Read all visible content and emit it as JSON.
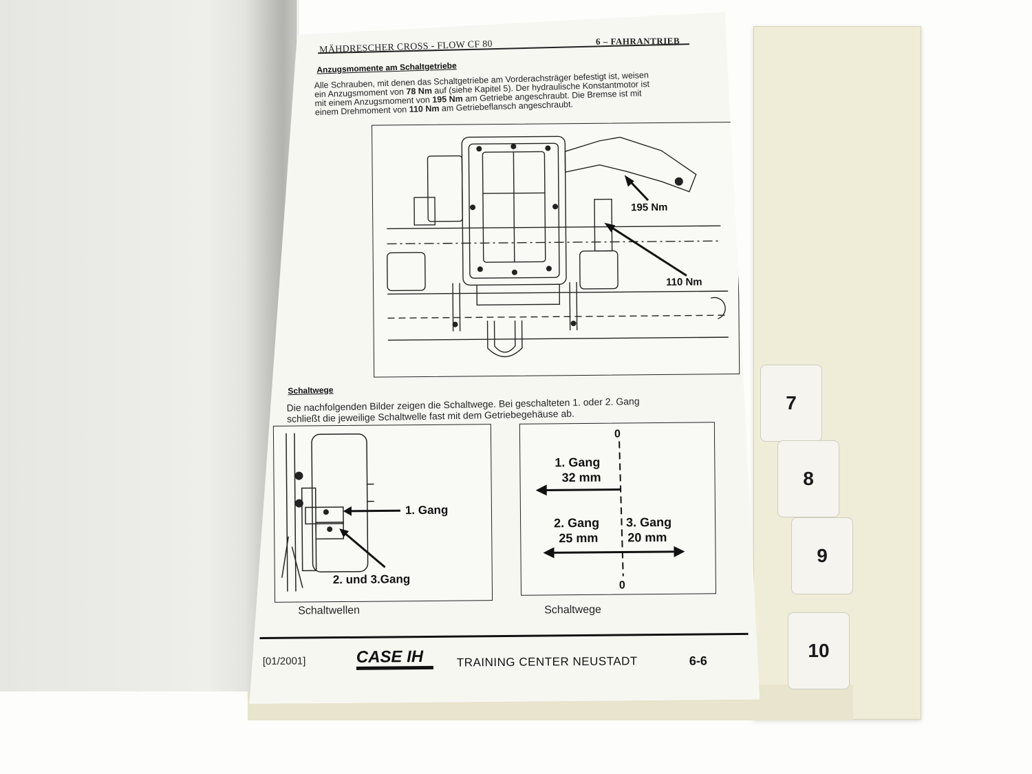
{
  "header": {
    "left": "MÄHDRESCHER CROSS - FLOW CF 80",
    "right": "6 – FAHRANTRIEB"
  },
  "section1": {
    "title": "Anzugsmomente am Schaltgetriebe",
    "lines": [
      "Alle Schrauben, mit denen das Schaltgetriebe am Vorderachsträger befestigt ist, weisen",
      "ein Anzugsmoment von |78 Nm| auf (siehe Kapitel 5). Der hydraulische Konstantmotor ist",
      "mit einem Anzugsmoment von |195 Nm| am Getriebe angeschraubt. Die Bremse ist mit",
      "einem Drehmoment von |110 Nm| am Getriebeflansch angeschraubt."
    ]
  },
  "figure1": {
    "label_195": "195 Nm",
    "label_110": "110 Nm"
  },
  "section2": {
    "title": "Schaltwege",
    "lines": [
      "Die nachfolgenden Bilder zeigen die Schaltwege. Bei geschalteten 1. oder 2. Gang",
      "schließt die jeweilige Schaltwelle fast mit dem Getriebegehäuse ab."
    ]
  },
  "figure2": {
    "label_gang1": "1. Gang",
    "label_gang23": "2. und 3.Gang",
    "caption": "Schaltwellen"
  },
  "figure3": {
    "zero_top": "0",
    "zero_bottom": "0",
    "gang1_name": "1. Gang",
    "gang1_dist": "32 mm",
    "gang2_name": "2. Gang",
    "gang2_dist": "25 mm",
    "gang3_name": "3. Gang",
    "gang3_dist": "20 mm",
    "caption": "Schaltwege"
  },
  "footer": {
    "date": "[01/2001]",
    "logo": "CASE IH",
    "center": "TRAINING CENTER NEUSTADT",
    "page": "6-6"
  },
  "tabs": [
    "7",
    "8",
    "9",
    "10"
  ],
  "colors": {
    "paper": "#f7f7f2",
    "ink": "#111111",
    "tab": "#f5f4ee"
  }
}
